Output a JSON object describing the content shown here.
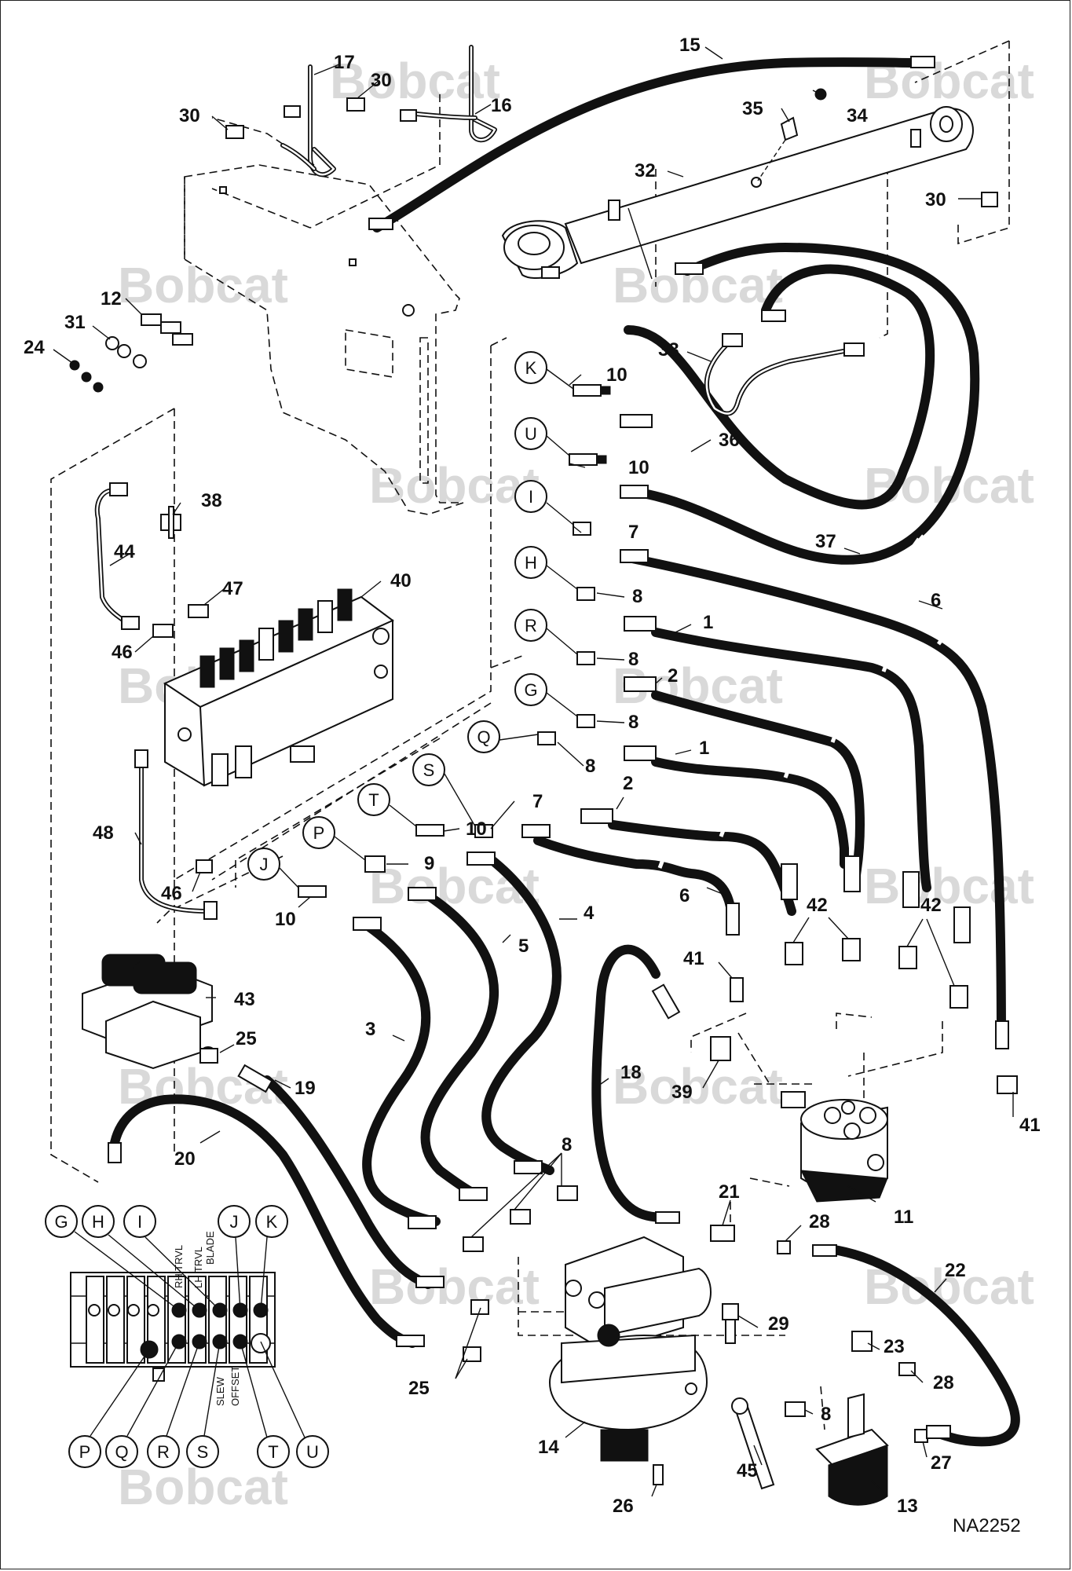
{
  "watermarks": [
    "Bobcat",
    "Bobcat",
    "Bobcat",
    "Bobcat",
    "Bobcat",
    "Bobcat",
    "Bobcat",
    "Bobcat",
    "Bobcat",
    "Bobcat",
    "Bobcat",
    "Bobcat",
    "Bobcat",
    "Bobcat",
    "Bobcat"
  ],
  "callouts": {
    "p15": "15",
    "p17": "17",
    "p30a": "30",
    "p16": "16",
    "p30b": "30",
    "p35": "35",
    "p34": "34",
    "p32": "32",
    "p30c": "30",
    "p12": "12",
    "p31": "31",
    "p24": "24",
    "p33": "33",
    "p10a": "10",
    "p36": "36",
    "p10b": "10",
    "p7a": "7",
    "p37": "37",
    "p38": "38",
    "p44": "44",
    "p8a": "8",
    "p6a": "6",
    "p40": "40",
    "p47": "47",
    "p1a": "1",
    "p46a": "46",
    "p8b": "8",
    "p2a": "2",
    "p8c": "8",
    "p1b": "1",
    "p8d": "8",
    "p2b": "2",
    "p7b": "7",
    "p10c": "10",
    "p9": "9",
    "p48": "48",
    "p6b": "6",
    "p4": "4",
    "p42a": "42",
    "p42b": "42",
    "p46b": "46",
    "p10d": "10",
    "p5": "5",
    "p41a": "41",
    "p43": "43",
    "p3": "3",
    "p25a": "25",
    "p18": "18",
    "p39": "39",
    "p19": "19",
    "p41b": "41",
    "p20": "20",
    "p8e": "8",
    "p11": "11",
    "p21": "21",
    "p28a": "28",
    "p22": "22",
    "p29": "29",
    "p23": "23",
    "p28b": "28",
    "p25b": "25",
    "p8f": "8",
    "p14": "14",
    "p27": "27",
    "p45": "45",
    "p26": "26",
    "p13": "13"
  },
  "port_letters": {
    "K": "K",
    "U": "U",
    "I": "I",
    "H": "H",
    "R": "R",
    "G": "G",
    "Q": "Q",
    "S": "S",
    "T": "T",
    "P": "P",
    "J": "J"
  },
  "inset": {
    "top_letters": [
      "G",
      "H",
      "I",
      "J",
      "K"
    ],
    "bottom_letters": [
      "P",
      "Q",
      "R",
      "S",
      "T",
      "U"
    ],
    "label_rh_trvl": "RH TRVL",
    "label_lh_trvl": "LH TRVL",
    "label_blade": "BLADE",
    "label_slew": "SLEW",
    "label_offset": "OFFSET"
  },
  "doc_id": "NA2252"
}
